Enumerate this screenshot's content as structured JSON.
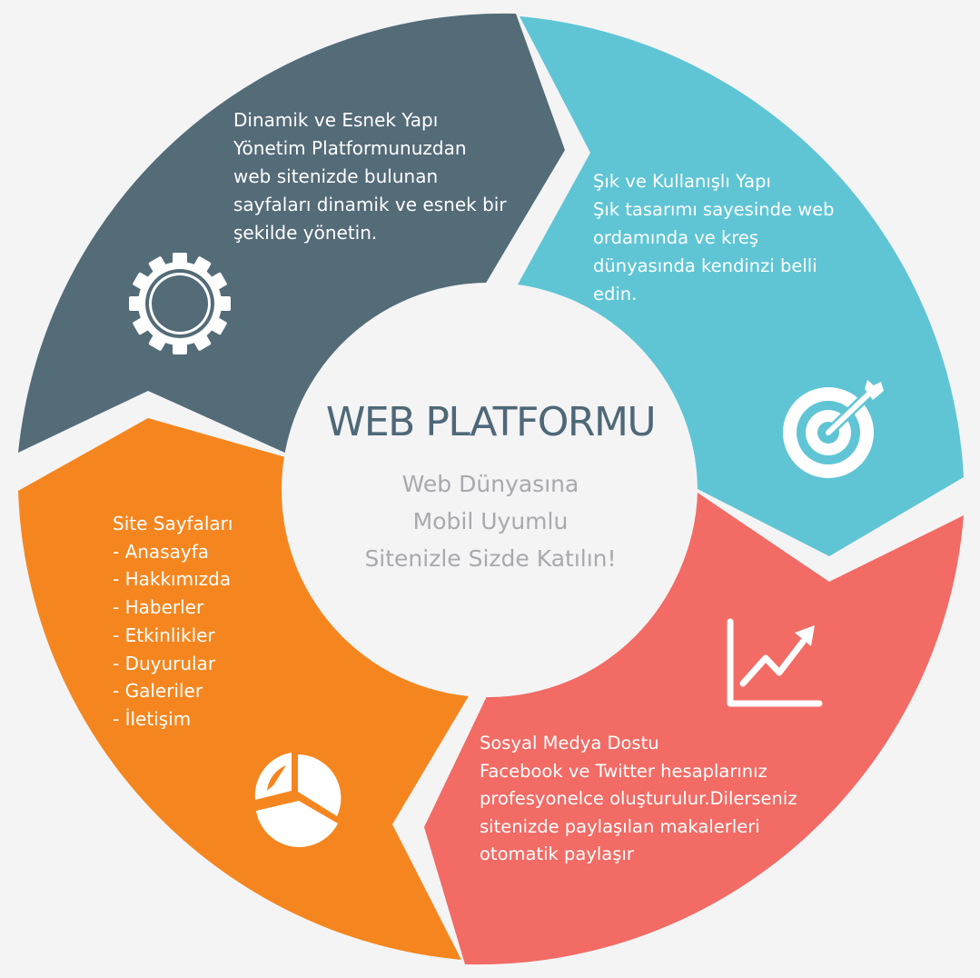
{
  "center": {
    "title": "WEB PLATFORMU",
    "subtitle": [
      "Web Dünyasına",
      "Mobil Uyumlu",
      "Sitenizle Sizde Katılın!"
    ]
  },
  "segments": {
    "dynamic": {
      "color": "#546b78",
      "icon": "gear-icon",
      "lines": [
        "Dinamik ve Esnek Yapı",
        "Yönetim Platformunuzdan",
        "web sitenizde bulunan",
        "sayfaları dinamik ve esnek bir",
        "şekilde yönetin."
      ]
    },
    "stylish": {
      "color": "#5fc5d5",
      "icon": "target-icon",
      "lines": [
        "Şık ve Kullanışlı Yapı",
        "Şık tasarımı sayesinde web",
        "ordamında ve kreş",
        "dünyasında kendinzi belli",
        "edin."
      ]
    },
    "social": {
      "color": "#f26b65",
      "icon": "growth-chart-icon",
      "lines": [
        "Sosyal Medya Dostu",
        "Facebook ve Twitter hesaplarınız",
        "profesyonelce oluşturulur.Dilerseniz",
        "sitenizde paylaşılan makalerleri",
        "otomatik paylaşır"
      ]
    },
    "pages": {
      "color": "#f5861f",
      "icon": "pie-chart-icon",
      "lines": [
        "Site Sayfaları",
        "- Anasayfa",
        "- Hakkımızda",
        "- Haberler",
        "- Etkinlikler",
        "- Duyurular",
        "- Galeriler",
        "- İletişim"
      ]
    }
  }
}
